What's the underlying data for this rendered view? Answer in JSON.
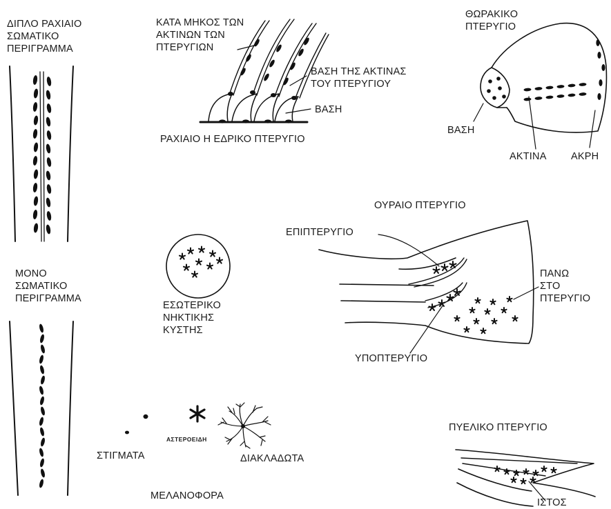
{
  "labels": {
    "double_dorsal": [
      "ΔΙΠΛΟ ΡΑΧΙΑΙΟ",
      "ΣΩΜΑΤΙΚΟ",
      "ΠΕΡΙΓΡΑΜΜΑ"
    ],
    "along_rays": [
      "ΚΑΤΑ ΜΗΚΟΣ ΤΩΝ",
      "ΑΚΤΙΝΩΝ ΤΩΝ",
      "ΠΤΕΡΥΓΙΩΝ"
    ],
    "ray_base": [
      "ΒΑΣΗ ΤΗΣ ΑΚΤΙΝΑΣ",
      "ΤΟΥ ΠΤΕΡΥΓΙΟΥ"
    ],
    "dorsal_base": "ΒΑΣΗ",
    "dorsal_fin": "ΡΑΧΙΑΙΟ Η ΕΔΡΙΚΟ ΠΤΕΡΥΓΙΟ",
    "pectoral_fin": [
      "ΘΩΡΑΚΙΚΟ",
      "ΠΤΕΡΥΓΙΟ"
    ],
    "pectoral_base": "ΒΑΣΗ",
    "pectoral_ray": "ΑΚΤΙΝΑ",
    "pectoral_tip": "ΑΚΡΗ",
    "caudal_fin": "ΟΥΡΑΙΟ ΠΤΕΡΥΓΙΟ",
    "epipterygio": "ΕΠΙΠΤΕΡΥΓΙΟ",
    "on_fin": [
      "ΠΑΝΩ",
      "ΣΤΟ",
      "ΠΤΕΡΥΓΙΟ"
    ],
    "hypopterygio": "ΥΠΟΠΤΕΡΥΓΙΟ",
    "single_outline": [
      "ΜΟΝΟ",
      "ΣΩΜΑΤΙΚΟ",
      "ΠΕΡΙΓΡΑΜΜΑ"
    ],
    "swim_bladder": [
      "ΕΣΩΤΕΡΙΚΟ",
      "ΝΗΚΤΙΚΗΣ",
      "ΚΥΣΤΗΣ"
    ],
    "spots": "ΣΤΙΓΜΑΤΑ",
    "stellate": "ΑΣΤΕΡΟΕΙΔΗ",
    "branched": "ΔΙΑΚΛΑΔΩΤΑ",
    "melanophores": "ΜΕΛΑΝΟΦΟΡΑ",
    "pelvic_fin": "ΠΥΕΛΙΚΟ ΠΤΕΡΥΓΙΟ",
    "membrane": "ΙΣΤΟΣ"
  }
}
